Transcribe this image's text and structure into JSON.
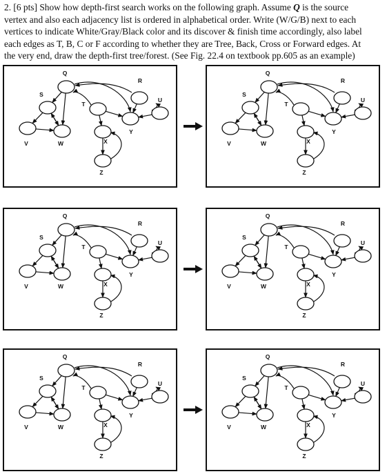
{
  "question": {
    "line1_pre": "2. [6 pts] Show how depth-first search works on the following graph. Assume ",
    "source_symbol": "Q",
    "line1_post": " is the source",
    "rest": "vertex and also each adjacency list is ordered in alphabetical order. Write (W/G/B) next to each\nvertices to indicate White/Gray/Black color and its discover & finish time accordingly, also label\neach edges as T, B, C or F according to whether they are Tree, Back, Cross or Forward edges. At\nthe very end, draw the depth-first tree/forest. (See Fig. 22.4 on textbook pp.605 as an example)"
  },
  "graph": {
    "vertex_labels": [
      "Q",
      "R",
      "S",
      "T",
      "U",
      "V",
      "W",
      "X",
      "Y",
      "Z"
    ]
  },
  "colors": {
    "ink": "#111111",
    "background": "#ffffff"
  }
}
